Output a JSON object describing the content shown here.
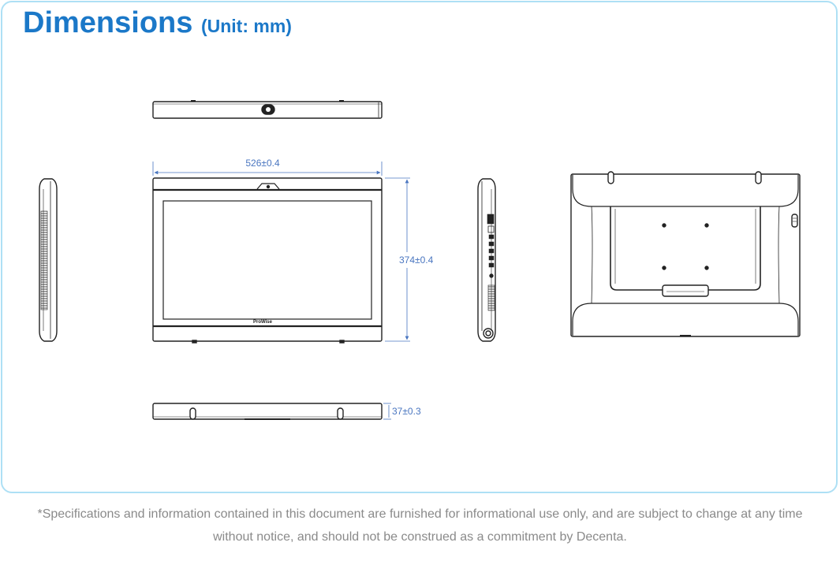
{
  "title": {
    "main": "Dimensions",
    "unit": "(Unit: mm)"
  },
  "dimensions": {
    "width": "526±0.4",
    "height": "374±0.4",
    "depth": "37±0.3"
  },
  "brand_text": "ProWise",
  "footnote": {
    "line1": "*Specifications and information contained in this document are furnished for informational use only, and are subject to change at any time",
    "line2": "without notice, and should not be construed as a commitment by Decenta."
  },
  "colors": {
    "accent": "#1b78c8",
    "border": "#aee0f5",
    "dimension": "#4a76c0",
    "footnote": "#8a8a8a"
  }
}
